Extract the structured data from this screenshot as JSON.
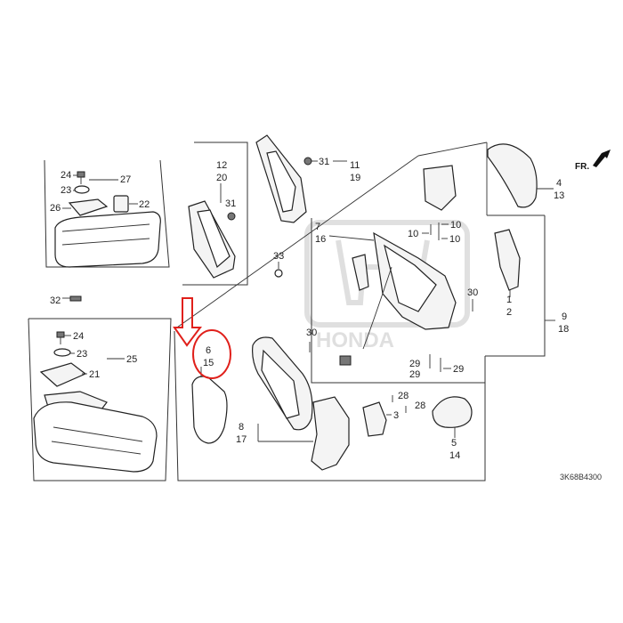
{
  "brand_watermark": "HONDA",
  "diagram_code": "3K68B4300",
  "direction_label": "FR.",
  "callouts": {
    "c24a": "24",
    "c27": "27",
    "c23a": "23",
    "c22": "22",
    "c26": "26",
    "c32": "32",
    "c24b": "24",
    "c23b": "23",
    "c21": "21",
    "c25": "25",
    "c12": "12",
    "c20": "20",
    "c31a": "31",
    "c31b": "31",
    "c11": "11",
    "c19": "19",
    "c33": "33",
    "c7": "7",
    "c16": "16",
    "c10a": "10",
    "c10b": "10",
    "c10c": "10",
    "c4": "4",
    "c13": "13",
    "c1": "1",
    "c2": "2",
    "c30a": "30",
    "c9": "9",
    "c18": "18",
    "c30b": "30",
    "c29a": "29",
    "c29b": "29",
    "c29c": "29",
    "c6": "6",
    "c15": "15",
    "c28a": "28",
    "c28b": "28",
    "c3": "3",
    "c8": "8",
    "c17": "17",
    "c5": "5",
    "c14": "14"
  },
  "highlight_color": "#e0201b"
}
